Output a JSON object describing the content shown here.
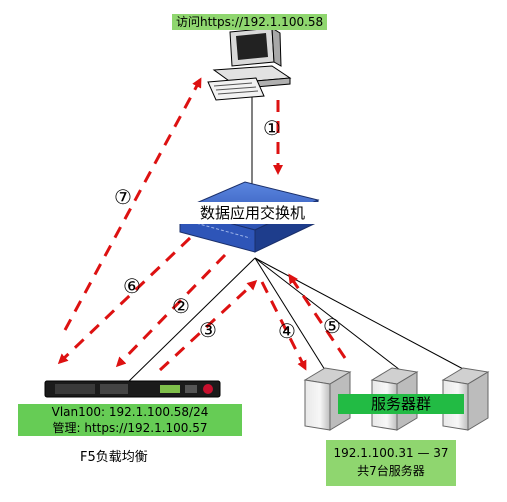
{
  "pc_label": "访问https://192.1.100.58",
  "switch_label": "数据应用交换机",
  "f5": {
    "vlan_label": "Vlan100: 192.1.100.58/24",
    "mgmt_label": "管理: https://192.1.100.57",
    "name_label": "F5负载均衡"
  },
  "servers": {
    "group_label": "服务器群",
    "ip_range": "192.1.100.31 — 37",
    "count_label": "共7台服务器"
  },
  "steps": [
    "①",
    "②",
    "③",
    "④",
    "⑤",
    "⑥",
    "⑦"
  ],
  "colors": {
    "arrow": "#dd1111",
    "link": "#000000",
    "switch": "#2f5dbf"
  }
}
